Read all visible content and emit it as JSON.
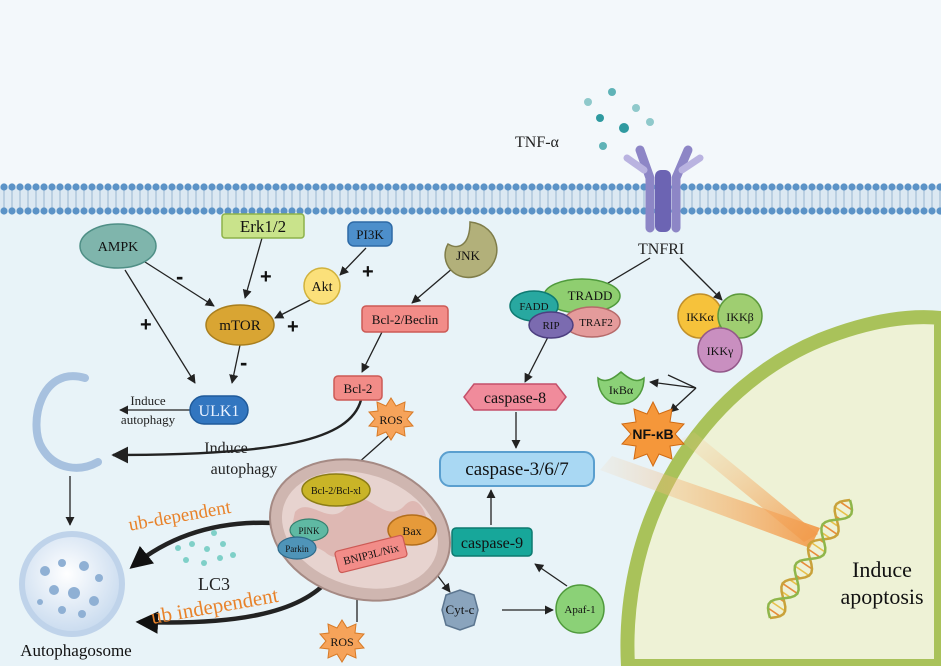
{
  "labels": {
    "tnf_alpha": "TNF-α",
    "tnfri": "TNFRI",
    "ampk": "AMPK",
    "erk": "Erk1/2",
    "pi3k": "PI3K",
    "akt": "Akt",
    "jnk": "JNK",
    "mtor": "mTOR",
    "ulk1": "ULK1",
    "bcl2_beclin": "Bcl-2/Beclin",
    "bcl2": "Bcl-2",
    "ros_top": "ROS",
    "ros_bottom": "ROS",
    "bcl2_bclxl": "Bcl-2/Bcl-xl",
    "bax": "Bax",
    "pink": "PINK",
    "parkin": "Parkin",
    "bnip3l": "BNIP3L/Nix",
    "lc3": "LC3",
    "cytc": "Cyt-c",
    "apaf1": "Apaf-1",
    "caspase8": "caspase-8",
    "caspase367": "caspase-3/6/7",
    "caspase9": "caspase-9",
    "fadd": "FADD",
    "tradd": "TRADD",
    "rip": "RIP",
    "traf2": "TRAF2",
    "ikka": "IKKα",
    "ikkb": "IKKβ",
    "ikkg": "IKKγ",
    "ikba": "IκBα",
    "nfkb": "NF-κB",
    "induce_autophagy_1a": "Induce",
    "induce_autophagy_1b": "autophagy",
    "induce_autophagy_2a": "Induce",
    "induce_autophagy_2b": "autophagy",
    "ub_dependent": "ub-dependent",
    "ub_independent": "ub independent",
    "autophagosome": "Autophagosome",
    "induce_apoptosis_a": "Induce",
    "induce_apoptosis_b": "apoptosis"
  },
  "signs": {
    "ampk_mtor": "-",
    "erk_mtor": "+",
    "akt_mtor": "+",
    "pi3k_akt": "+",
    "ampk_ulk1": "+",
    "mtor_ulk1": "-"
  },
  "colors": {
    "background": "#e6f2f7",
    "membrane_head": "#5b93c7",
    "nucleus": "#eef2d2",
    "nucleus_edge": "#a7bd55",
    "orange_text": "#e8822a",
    "pink_node": "#f48e8c",
    "blue_node": "#2f6eb5",
    "gold_node": "#d5a12f",
    "teal_node": "#1aa59a"
  }
}
